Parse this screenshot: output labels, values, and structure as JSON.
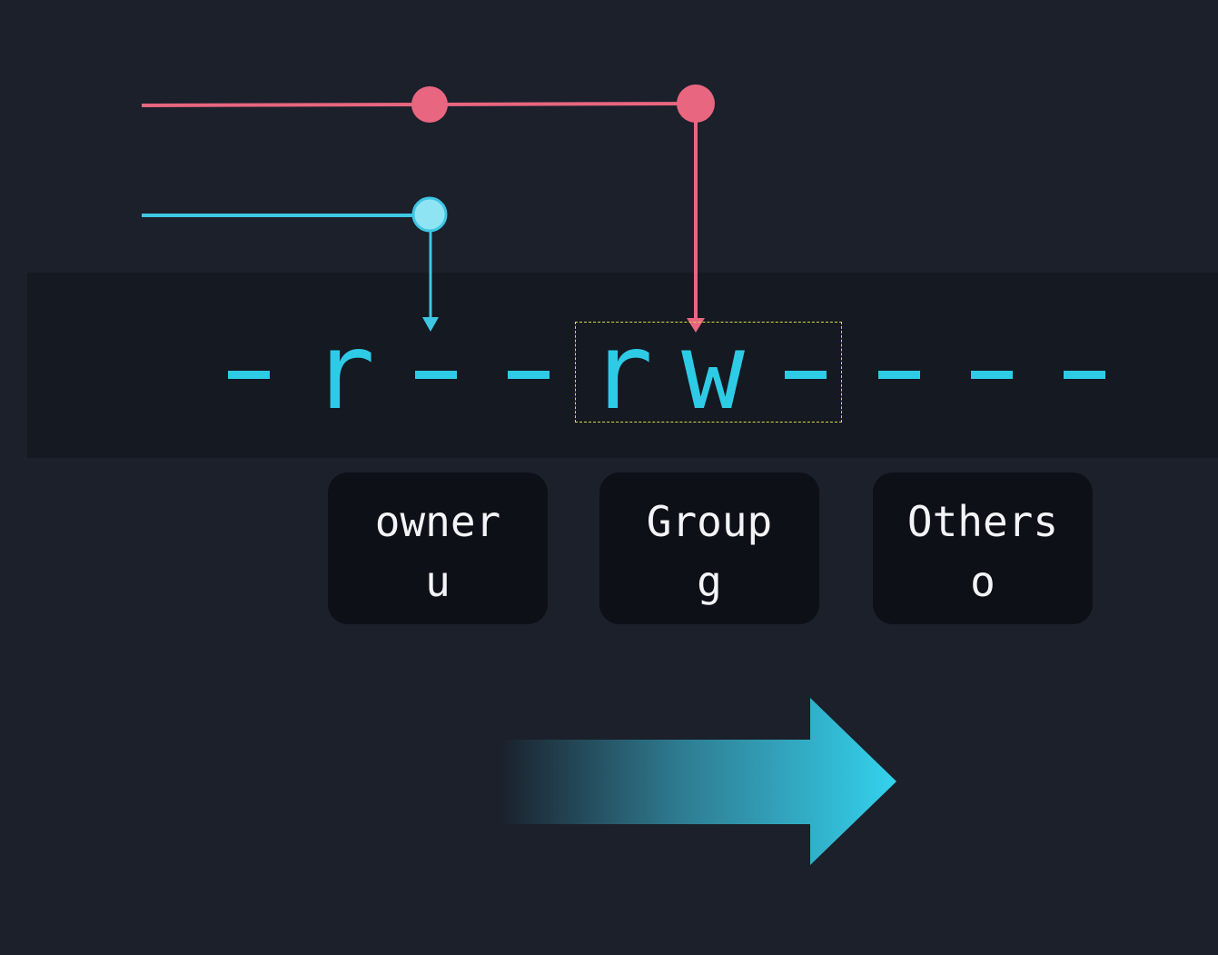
{
  "permission_string": {
    "characters": [
      "-",
      "r",
      "-",
      "-",
      "r",
      "w",
      "-",
      "-",
      "-",
      "-"
    ]
  },
  "classes": [
    {
      "name": "owner",
      "letter": "u"
    },
    {
      "name": "Group",
      "letter": "g"
    },
    {
      "name": "Others",
      "letter": "o"
    }
  ],
  "colors": {
    "background": "#1b202b",
    "band": "#151921",
    "permission_text": "#2ecbe6",
    "pink_line": "#e8667f",
    "cyan_line": "#3ec6e3",
    "highlight_border": "#d8d84a",
    "card_background": "#0d1016",
    "card_text": "#f2f4f7"
  },
  "icons": {
    "direction_arrow": "arrow-right-icon"
  }
}
